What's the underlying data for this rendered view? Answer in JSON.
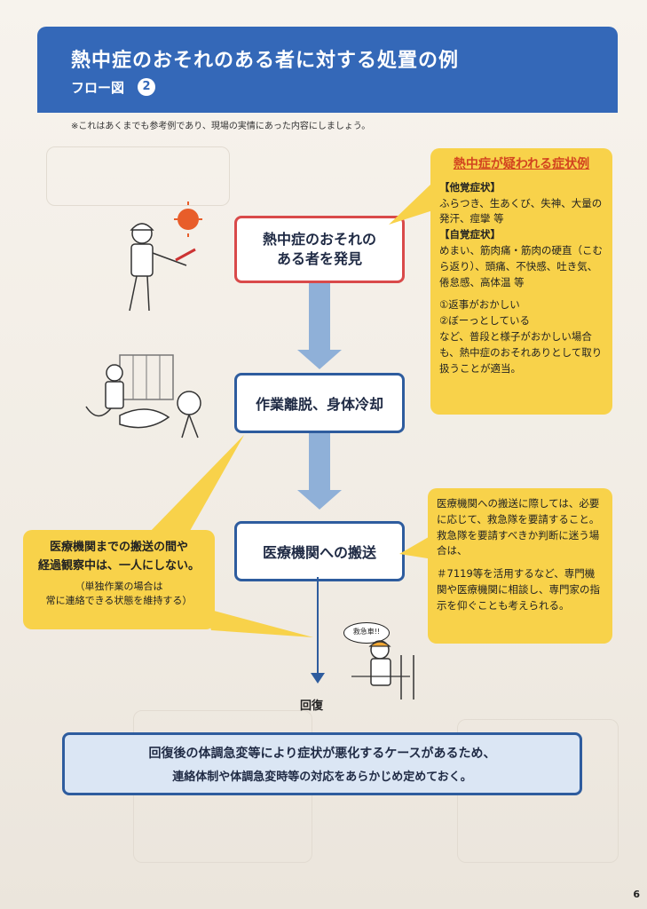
{
  "header": {
    "title": "熱中症のおそれのある者に対する処置の例",
    "subtitle": "フロー図",
    "number": "2"
  },
  "note": "※これはあくまでも参考例であり、現場の実情にあった内容にしましょう。",
  "flow": {
    "discover_line1": "熱中症のおそれの",
    "discover_line2": "ある者を発見",
    "cool": "作業離脱、身体冷却",
    "transport": "医療機関への搬送",
    "recover": "回復"
  },
  "symptoms": {
    "title": "熱中症が疑われる症状例",
    "other_head": "【他覚症状】",
    "other_body": "ふらつき、生あくび、失神、大量の発汗、痙攣 等",
    "self_head": "【自覚症状】",
    "self_body": "めまい、筋肉痛・筋肉の硬直（こむら返り）、頭痛、不快感、吐き気、倦怠感、高体温 等",
    "item1": "①返事がおかしい",
    "item2": "②ぼーっとしている",
    "conclusion": "など、普段と様子がおかしい場合も、熱中症のおそれありとして取り扱うことが適当。"
  },
  "transport_note": {
    "para1": "医療機関への搬送に際しては、必要に応じて、救急隊を要請すること。",
    "para2": "救急隊を要請すべきか判断に迷う場合は、",
    "para3": "＃7119等を活用するなど、専門機関や医療機関に相談し、専門家の指示を仰ぐことも考えられる。"
  },
  "observe_note": {
    "line1": "医療機関までの搬送の間や",
    "line2": "経過観察中は、一人にしない。",
    "sub1": "（単独作業の場合は",
    "sub2": "常に連絡できる状態を維持する）"
  },
  "speech_bubble": "救急車!!",
  "bottom": {
    "line1": "回復後の体調急変等により症状が悪化するケースがあるため、",
    "line2": "連絡体制や体調急変時等の対応をあらかじめ定めておく。"
  },
  "page_number": "6",
  "colors": {
    "header_blue": "#3468b8",
    "callout_yellow": "#f8d24a",
    "discover_border": "#d94a4a",
    "flow_border": "#2e5c9e",
    "symptom_title": "#d2441f"
  }
}
